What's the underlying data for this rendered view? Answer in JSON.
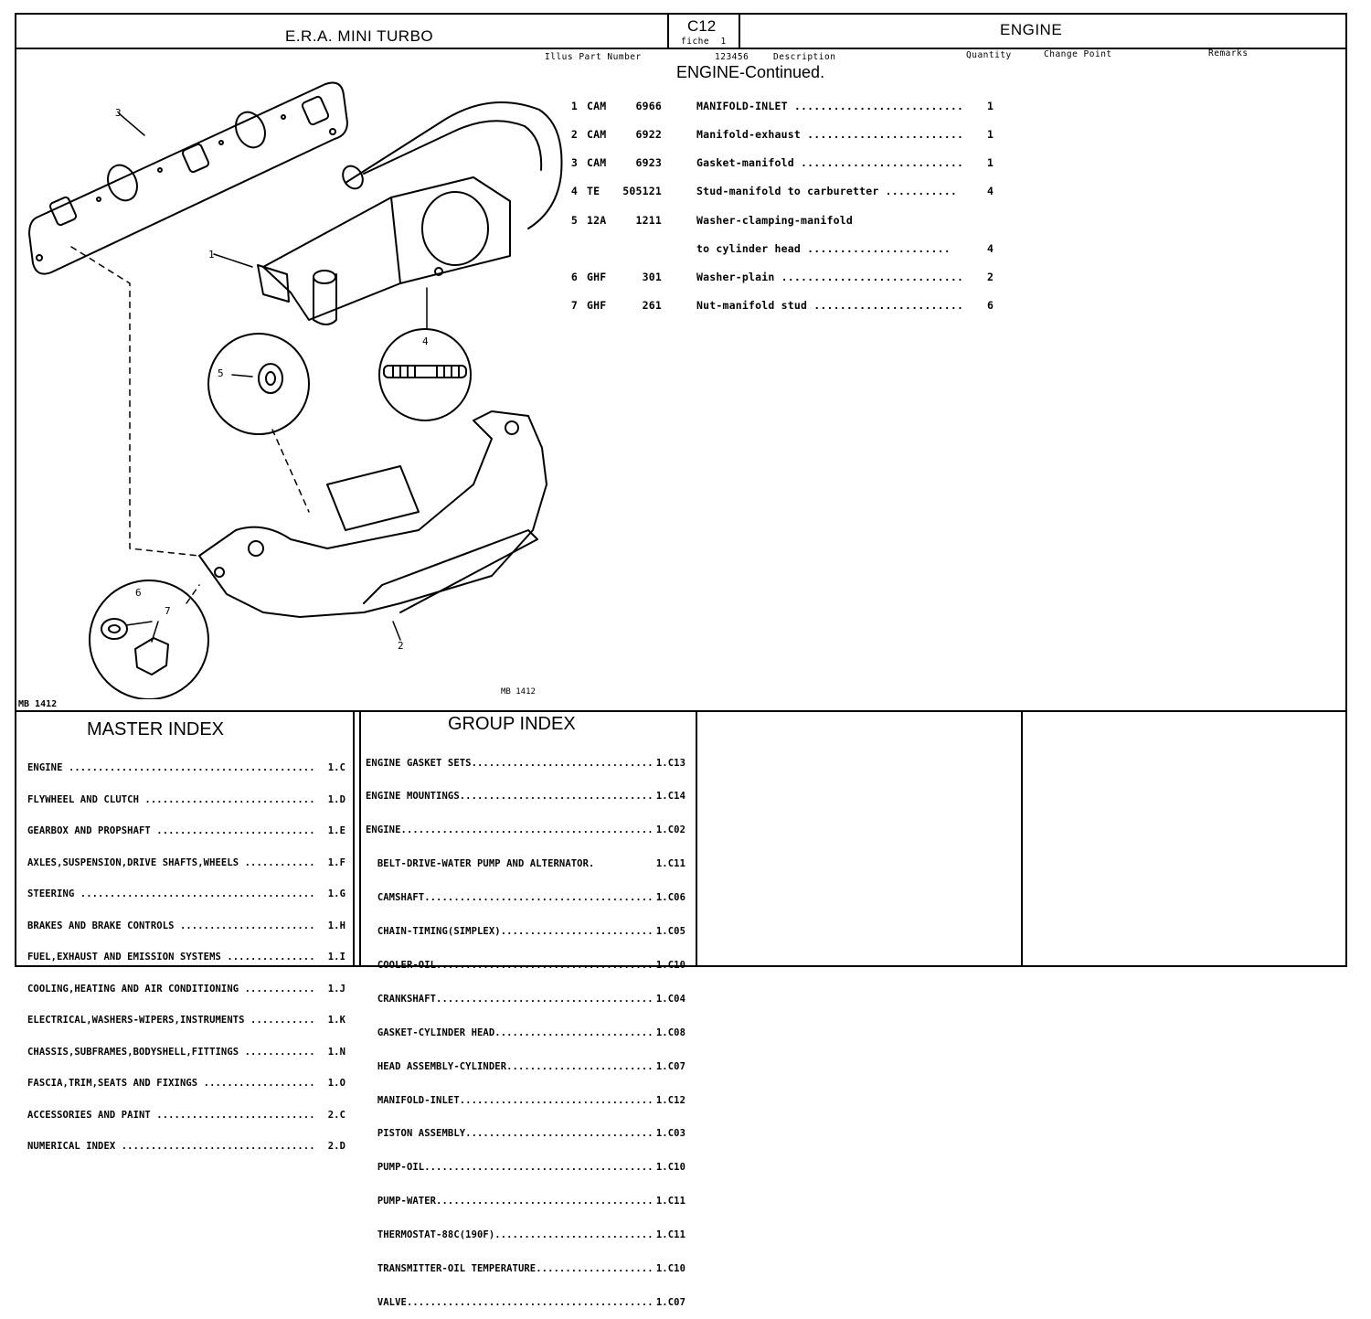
{
  "header": {
    "vehicle": "E.R.A. MINI TURBO",
    "fiche_code": "C12",
    "fiche_label": "fiche  1",
    "section": "ENGINE"
  },
  "columns": {
    "illus_part": "Illus Part Number",
    "digits": "123456",
    "description": "Description",
    "quantity": "Quantity",
    "change_point": "Change Point",
    "remarks": "Remarks"
  },
  "parts_heading": "ENGINE-Continued.",
  "parts": [
    {
      "illus": "1",
      "prefix": "CAM",
      "number": "6966",
      "description": "MANIFOLD-INLET ..........................",
      "qty": "1"
    },
    {
      "illus": "2",
      "prefix": "CAM",
      "number": "6922",
      "description": "Manifold-exhaust ........................",
      "qty": "1"
    },
    {
      "illus": "3",
      "prefix": "CAM",
      "number": "6923",
      "description": "Gasket-manifold .........................",
      "qty": "1"
    },
    {
      "illus": "4",
      "prefix": "TE",
      "number": "505121",
      "description": "Stud-manifold to carburetter ...........",
      "qty": "4"
    },
    {
      "illus": "5",
      "prefix": "12A",
      "number": "1211",
      "description": "Washer-clamping-manifold",
      "qty": ""
    },
    {
      "illus": "",
      "prefix": "",
      "number": "",
      "description": "to cylinder head ......................",
      "qty": "4"
    },
    {
      "illus": "6",
      "prefix": "GHF",
      "number": "301",
      "description": "Washer-plain ............................",
      "qty": "2"
    },
    {
      "illus": "7",
      "prefix": "GHF",
      "number": "261",
      "description": "Nut-manifold stud .......................",
      "qty": "6"
    }
  ],
  "illustration": {
    "callouts": [
      "1",
      "2",
      "3",
      "4",
      "5",
      "6",
      "7"
    ],
    "ref_center": "MB 1412",
    "ref_corner": "MB 1412"
  },
  "master_index": {
    "title": "MASTER INDEX",
    "items": [
      {
        "label": "ENGINE ..........................................",
        "ref": "1.C"
      },
      {
        "label": "FLYWHEEL AND CLUTCH .............................",
        "ref": "1.D"
      },
      {
        "label": "GEARBOX AND PROPSHAFT ...........................",
        "ref": "1.E"
      },
      {
        "label": "AXLES,SUSPENSION,DRIVE SHAFTS,WHEELS ............",
        "ref": "1.F"
      },
      {
        "label": "STEERING ........................................",
        "ref": "1.G"
      },
      {
        "label": "BRAKES AND BRAKE CONTROLS .......................",
        "ref": "1.H"
      },
      {
        "label": "FUEL,EXHAUST AND EMISSION SYSTEMS ...............",
        "ref": "1.I"
      },
      {
        "label": "COOLING,HEATING AND AIR CONDITIONING ............",
        "ref": "1.J"
      },
      {
        "label": "ELECTRICAL,WASHERS-WIPERS,INSTRUMENTS ...........",
        "ref": "1.K"
      },
      {
        "label": "CHASSIS,SUBFRAMES,BODYSHELL,FITTINGS ............",
        "ref": "1.N"
      },
      {
        "label": "FASCIA,TRIM,SEATS AND FIXINGS ...................",
        "ref": "1.O"
      },
      {
        "label": "ACCESSORIES AND PAINT ...........................",
        "ref": "2.C"
      },
      {
        "label": "NUMERICAL INDEX .................................",
        "ref": "2.D"
      }
    ]
  },
  "group_index": {
    "title": "GROUP INDEX",
    "items": [
      {
        "label": "ENGINE GASKET SETS..................................",
        "ref": "1.C13"
      },
      {
        "label": "ENGINE MOUNTINGS....................................",
        "ref": "1.C14"
      },
      {
        "label": "ENGINE..............................................",
        "ref": "1.C02"
      },
      {
        "label": "  BELT-DRIVE-WATER PUMP AND ALTERNATOR.",
        "ref": "1.C11"
      },
      {
        "label": "  CAMSHAFT..........................................",
        "ref": "1.C06"
      },
      {
        "label": "  CHAIN-TIMING(SIMPLEX).............................",
        "ref": "1.C05"
      },
      {
        "label": "  COOLER-OIL........................................",
        "ref": "1.C10"
      },
      {
        "label": "  CRANKSHAFT........................................",
        "ref": "1.C04"
      },
      {
        "label": "  GASKET-CYLINDER HEAD..............................",
        "ref": "1.C08"
      },
      {
        "label": "  HEAD ASSEMBLY-CYLINDER............................",
        "ref": "1.C07"
      },
      {
        "label": "  MANIFOLD-INLET....................................",
        "ref": "1.C12"
      },
      {
        "label": "  PISTON ASSEMBLY...................................",
        "ref": "1.C03"
      },
      {
        "label": "  PUMP-OIL..........................................",
        "ref": "1.C10"
      },
      {
        "label": "  PUMP-WATER........................................",
        "ref": "1.C11"
      },
      {
        "label": "  THERMOSTAT-88C(190F)..............................",
        "ref": "1.C11"
      },
      {
        "label": "  TRANSMITTER-OIL TEMPERATURE.......................",
        "ref": "1.C10"
      },
      {
        "label": "  VALVE.............................................",
        "ref": "1.C07"
      }
    ]
  }
}
